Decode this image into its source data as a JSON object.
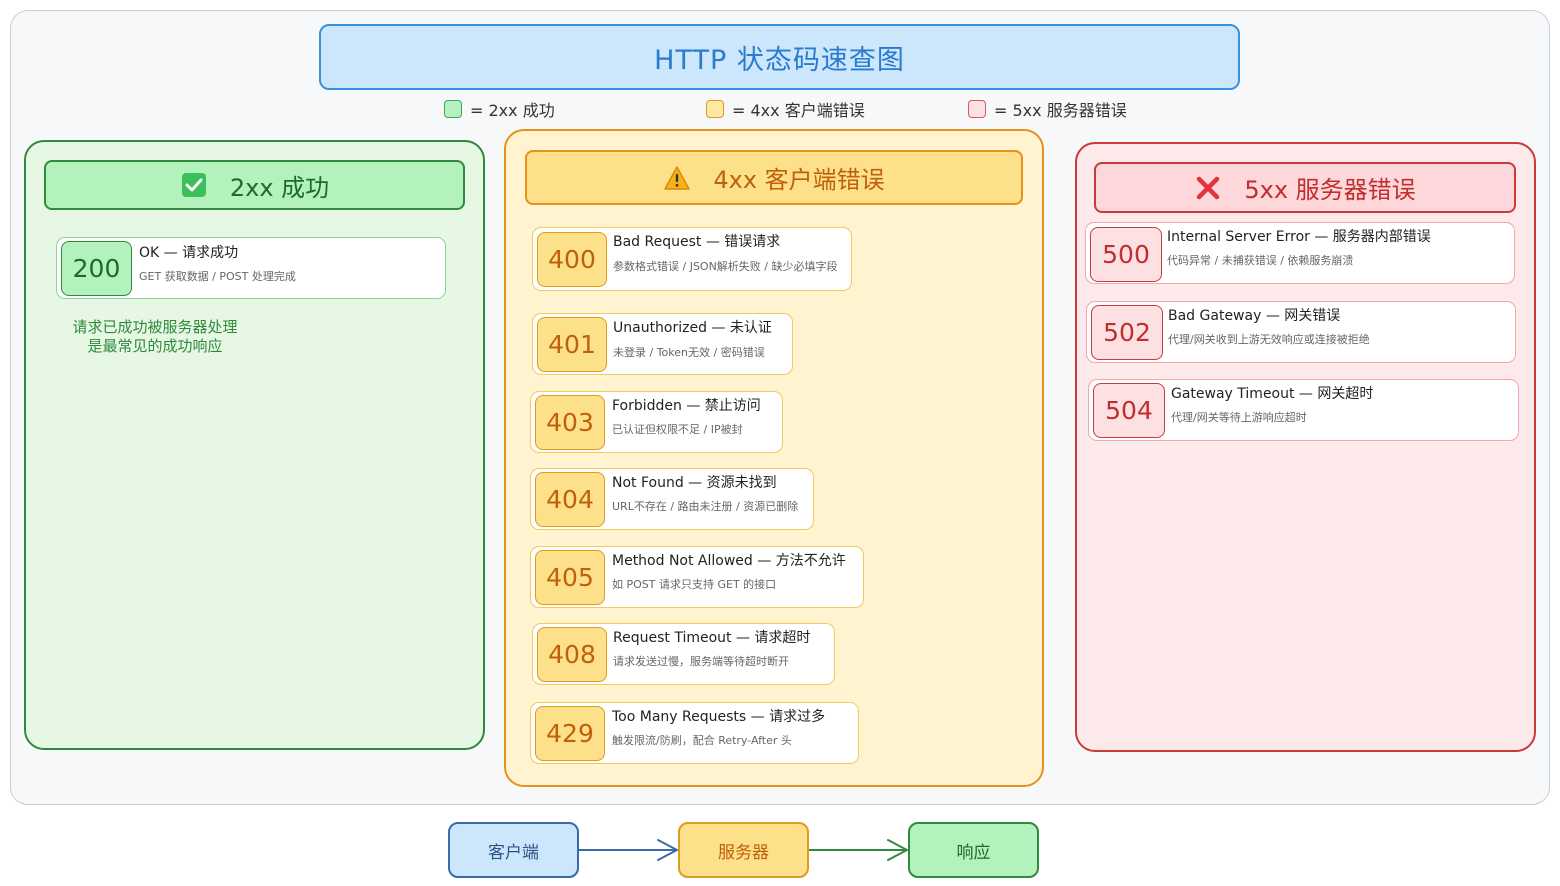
{
  "title": "HTTP 状态码速查图",
  "legend": [
    {
      "label": "= 2xx 成功",
      "color": "#b6efc0"
    },
    {
      "label": "= 4xx 客户端错误",
      "color": "#fde9a4"
    },
    {
      "label": "= 5xx 服务器错误",
      "color": "#fde0e2"
    }
  ],
  "groups": {
    "g2xx": {
      "heading": "2xx 成功",
      "icon": "check-icon",
      "note_lines": [
        "请求已成功被服务器处理",
        "是最常见的成功响应"
      ],
      "cards": [
        {
          "code": "200",
          "title": "OK  —  请求成功",
          "desc": "GET 获取数据 / POST 处理完成"
        }
      ]
    },
    "g4xx": {
      "heading": "4xx 客户端错误",
      "icon": "warning-icon",
      "cards": [
        {
          "code": "400",
          "title": "Bad Request  —  错误请求",
          "desc": "参数格式错误 / JSON解析失败 / 缺少必填字段"
        },
        {
          "code": "401",
          "title": "Unauthorized  —  未认证",
          "desc": "未登录 / Token无效 / 密码错误"
        },
        {
          "code": "403",
          "title": "Forbidden  —  禁止访问",
          "desc": "已认证但权限不足 / IP被封"
        },
        {
          "code": "404",
          "title": "Not Found  —  资源未找到",
          "desc": "URL不存在 / 路由未注册 / 资源已删除"
        },
        {
          "code": "405",
          "title": "Method Not Allowed  —  方法不允许",
          "desc": "如 POST 请求只支持 GET 的接口"
        },
        {
          "code": "408",
          "title": "Request Timeout  —  请求超时",
          "desc": "请求发送过慢，服务端等待超时断开"
        },
        {
          "code": "429",
          "title": "Too Many Requests  —  请求过多",
          "desc": "触发限流/防刷，配合 Retry-After 头"
        }
      ]
    },
    "g5xx": {
      "heading": "5xx 服务器错误",
      "icon": "cross-icon",
      "cards": [
        {
          "code": "500",
          "title": "Internal Server Error  —  服务器内部错误",
          "desc": "代码异常 / 未捕获错误 / 依赖服务崩溃"
        },
        {
          "code": "502",
          "title": "Bad Gateway  —  网关错误",
          "desc": "代理/网关收到上游无效响应或连接被拒绝"
        },
        {
          "code": "504",
          "title": "Gateway Timeout  —  网关超时",
          "desc": "代理/网关等待上游响应超时"
        }
      ]
    }
  },
  "flow": {
    "client": "客户端",
    "server": "服务器",
    "response": "响应"
  },
  "colors": {
    "success": "#2f8a3e",
    "client_error": "#e8901c",
    "server_error": "#c93a3a",
    "title_blue": "#2a7bd0"
  }
}
